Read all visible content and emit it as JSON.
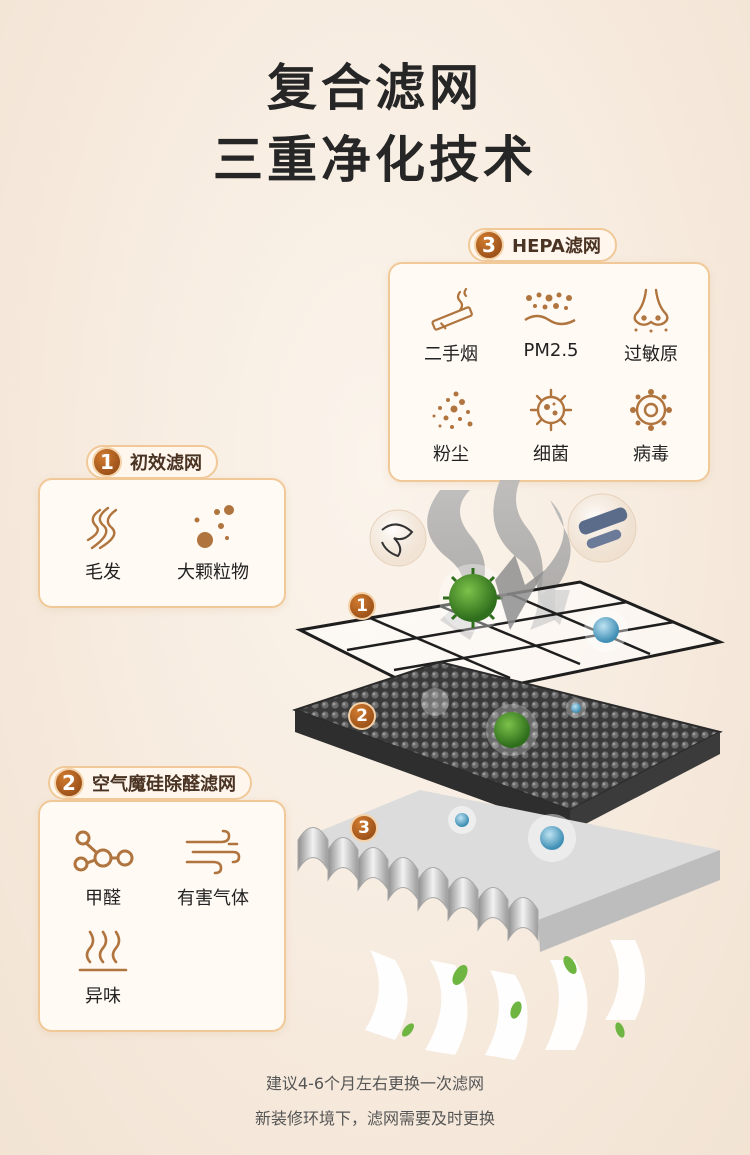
{
  "title": {
    "line1": "复合滤网",
    "line2": "三重净化技术"
  },
  "sections": {
    "hepa": {
      "badge": "3",
      "title": "HEPA滤网",
      "items": [
        {
          "label": "二手烟",
          "icon": "cigarette-icon"
        },
        {
          "label": "PM2.5",
          "icon": "pm25-icon"
        },
        {
          "label": "过敏原",
          "icon": "nose-icon"
        },
        {
          "label": "粉尘",
          "icon": "dust-icon"
        },
        {
          "label": "细菌",
          "icon": "bacteria-icon"
        },
        {
          "label": "病毒",
          "icon": "virus-icon"
        }
      ]
    },
    "primary": {
      "badge": "1",
      "title": "初效滤网",
      "items": [
        {
          "label": "毛发",
          "icon": "hair-icon"
        },
        {
          "label": "大颗粒物",
          "icon": "particles-icon"
        }
      ]
    },
    "formaldehyde": {
      "badge": "2",
      "title": "空气魔硅除醛滤网",
      "items": [
        {
          "label": "甲醛",
          "icon": "molecule-icon"
        },
        {
          "label": "有害气体",
          "icon": "gas-icon"
        },
        {
          "label": "异味",
          "icon": "odor-icon"
        }
      ]
    }
  },
  "diagram": {
    "layer1": "1",
    "layer2": "2",
    "layer3": "3"
  },
  "footer": {
    "line1": "建议4-6个月左右更换一次滤网",
    "line2": "新装修环境下，滤网需要及时更换"
  },
  "colors": {
    "accent": "#8a4412",
    "border": "#f1c999",
    "icon": "#b0743e"
  }
}
